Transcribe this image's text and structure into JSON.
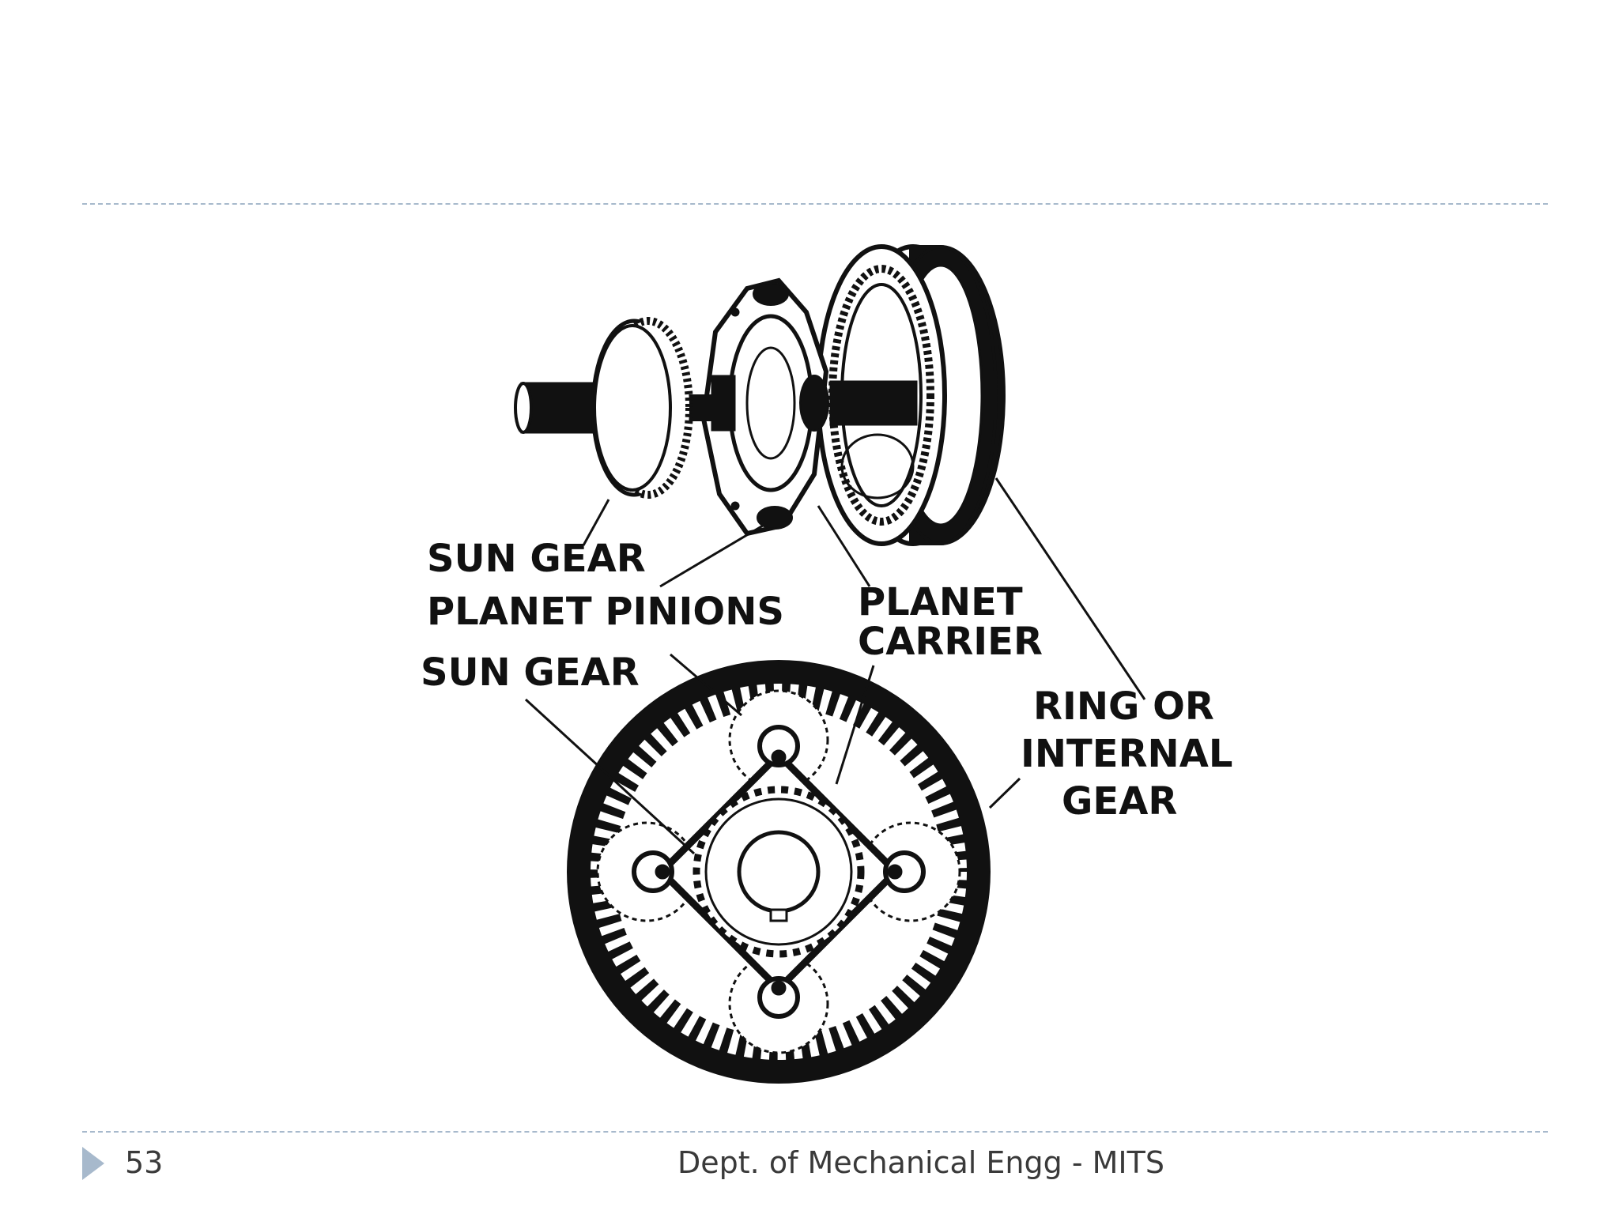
{
  "slide": {
    "page_number": "53",
    "footer_text": "Dept. of Mechanical Engg - MITS"
  },
  "diagram": {
    "labels": {
      "sun_gear_top": "SUN GEAR",
      "planet_pinions": "PLANET PINIONS",
      "planet_carrier_line1": "PLANET",
      "planet_carrier_line2": "CARRIER",
      "sun_gear_bottom": "SUN GEAR",
      "ring_line1": "RING OR",
      "ring_line2": "INTERNAL",
      "ring_line3": "GEAR"
    }
  },
  "colors": {
    "rule": "#a7b9cc",
    "ink": "#111111",
    "footer_text": "#3a3a3a"
  }
}
